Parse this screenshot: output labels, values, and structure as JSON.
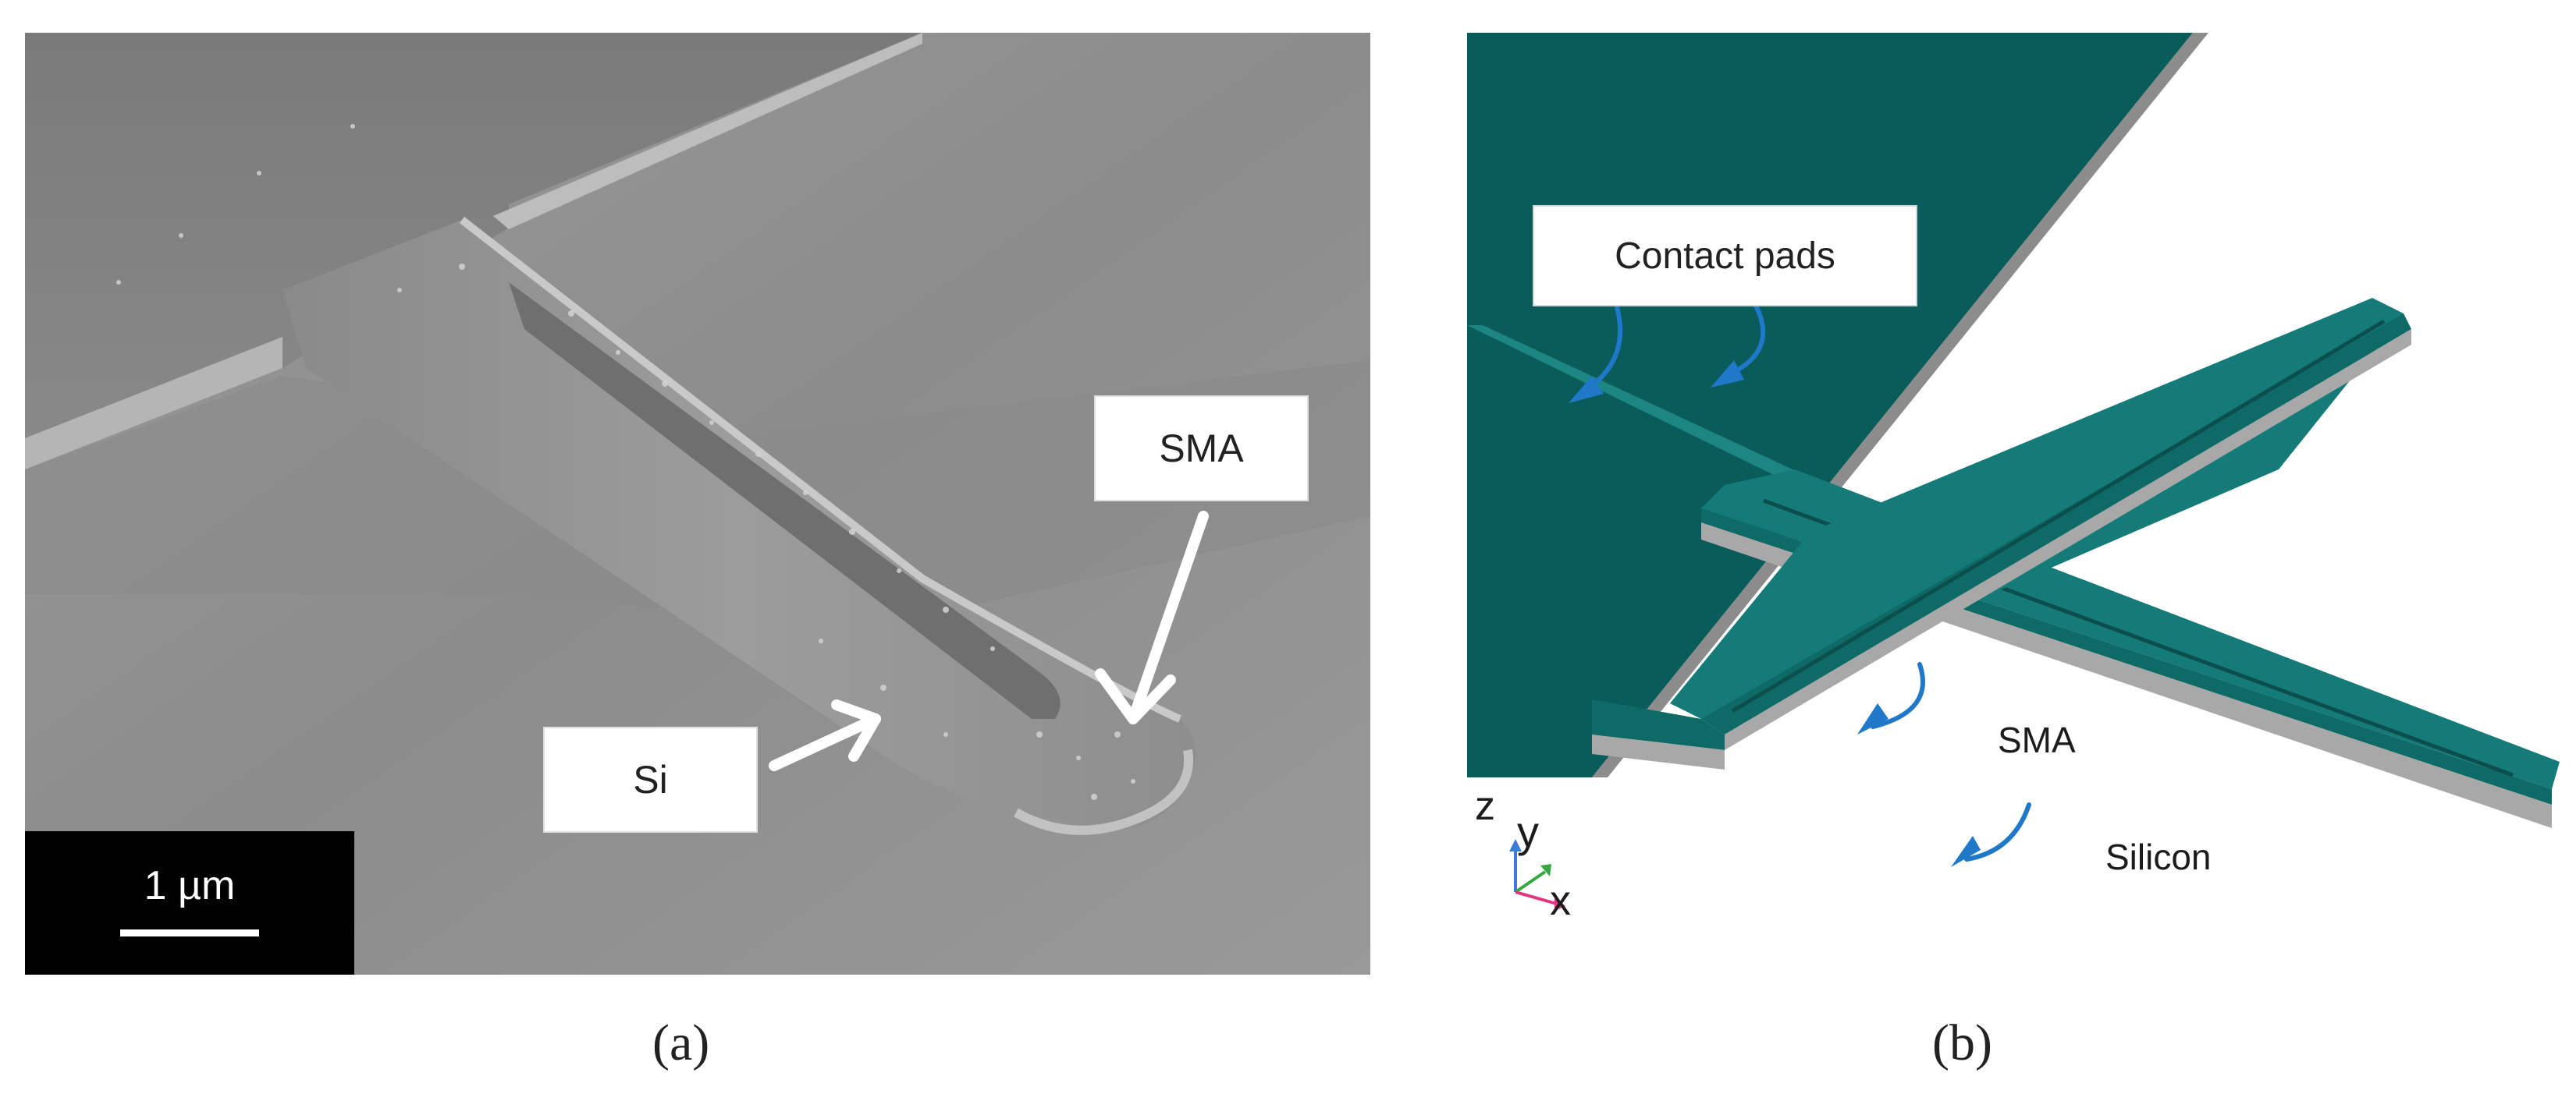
{
  "panel_a": {
    "labels": {
      "sma": "SMA",
      "si": "Si"
    },
    "scale_bar": {
      "text": "1 µm"
    },
    "caption": "(a)"
  },
  "panel_b": {
    "labels": {
      "contact_pads": "Contact pads",
      "sma": "SMA",
      "silicon": "Silicon"
    },
    "axes": {
      "z": "z",
      "y": "y",
      "x": "x"
    },
    "colors": {
      "pad": "#0a5c5b",
      "beam_top": "#157b78",
      "beam_side": "#0e6a67",
      "silicon": "#a8a8a8",
      "arrow": "#1f78c8"
    },
    "caption": "(b)"
  }
}
